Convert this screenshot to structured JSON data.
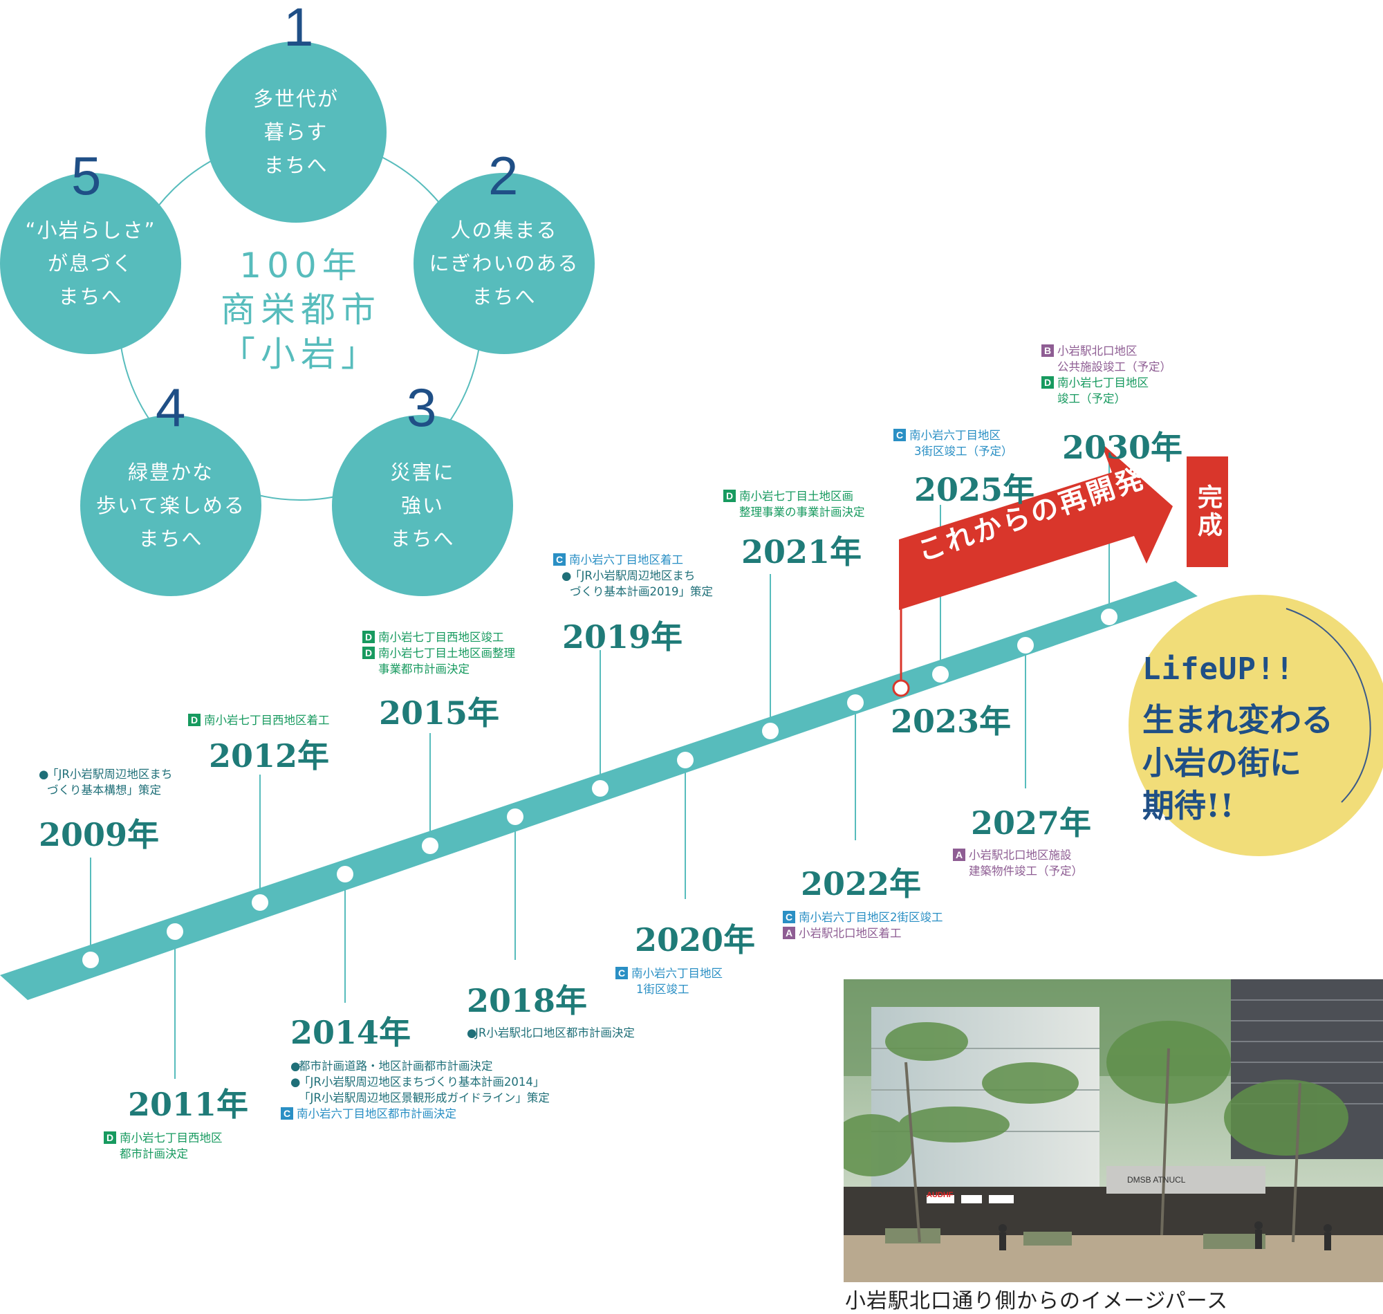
{
  "concept": {
    "center_title": "100年\n商栄都市\n「小岩」",
    "circles": [
      {
        "num": "1",
        "text": "多世代が\n暮らす\nまちへ"
      },
      {
        "num": "2",
        "text": "人の集まる\nにぎわいのある\nまちへ"
      },
      {
        "num": "3",
        "text": "災害に\n強い\nまちへ"
      },
      {
        "num": "4",
        "text": "緑豊かな\n歩いて楽しめる\nまちへ"
      },
      {
        "num": "5",
        "text": "“小岩らしさ”\nが息づく\nまちへ"
      }
    ]
  },
  "timeline": {
    "arrow_label": "これからの再開発",
    "complete_label": "完成",
    "years": {
      "y2009": "2009年",
      "y2011": "2011年",
      "y2012": "2012年",
      "y2014": "2014年",
      "y2015": "2015年",
      "y2018": "2018年",
      "y2019": "2019年",
      "y2020": "2020年",
      "y2021": "2021年",
      "y2022": "2022年",
      "y2023": "2023年",
      "y2025": "2025年",
      "y2027": "2027年",
      "y2030": "2030年"
    },
    "events": {
      "e2009a1": "「JR小岩駅周辺地区まち",
      "e2009a2": "づくり基本構想」策定",
      "e2011a1": "南小岩七丁目西地区",
      "e2011a2": "都市計画決定",
      "e2012a": "南小岩七丁目西地区着工",
      "e2014a": "都市計画道路・地区計画都市計画決定",
      "e2014b1": "「JR小岩駅周辺地区まちづくり基本計画2014」",
      "e2014b2": "「JR小岩駅周辺地区景観形成ガイドライン」策定",
      "e2014c": "南小岩六丁目地区都市計画決定",
      "e2015a": "南小岩七丁目西地区竣工",
      "e2015b1": "南小岩七丁目土地区画整理",
      "e2015b2": "事業都市計画決定",
      "e2018a": "JR小岩駅北口地区都市計画決定",
      "e2019a": "南小岩六丁目地区着工",
      "e2019b1": "「JR小岩駅周辺地区まち",
      "e2019b2": "づくり基本計画2019」策定",
      "e2020a1": "南小岩六丁目地区",
      "e2020a2": "1街区竣工",
      "e2021a1": "南小岩七丁目土地区画",
      "e2021a2": "整理事業の事業計画決定",
      "e2022a": "南小岩六丁目地区2街区竣工",
      "e2022b": "小岩駅北口地区着工",
      "e2025a1": "南小岩六丁目地区",
      "e2025a2": "3街区竣工（予定）",
      "e2027a1": "小岩駅北口地区施設",
      "e2027a2": "建築物件竣工（予定）",
      "e2030a1": "小岩駅北口地区",
      "e2030a2": "公共施設竣工（予定）",
      "e2030b1": "南小岩七丁目地区",
      "e2030b2": "竣工（予定）"
    },
    "tags": {
      "D": "D",
      "C": "C",
      "A": "A",
      "B": "B"
    },
    "bullet": "●"
  },
  "promo": {
    "life_up": "LifeUP!!",
    "message": "生まれ変わる\n小岩の街に\n期待!!"
  },
  "photo": {
    "caption": "小岩駅北口通り側からのイメージパース",
    "signs": [
      "AUDHF",
      "DMSB ATNUCL"
    ]
  },
  "colors": {
    "teal": "#57bcbc",
    "navy": "#1f4f86",
    "red": "#d9362b",
    "yellow": "#f1dd79",
    "tag_D": "#179a5f",
    "tag_C": "#2a8fc4",
    "tag_A": "#8e5d93"
  }
}
